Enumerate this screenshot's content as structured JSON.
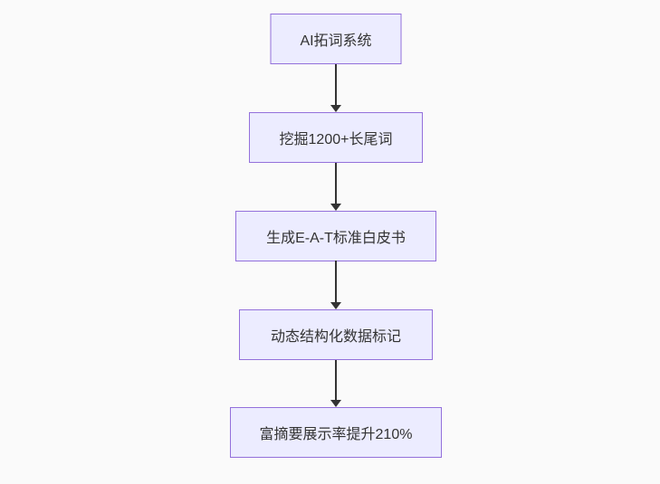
{
  "diagram": {
    "type": "flowchart-top-down",
    "nodes": [
      {
        "id": "node-1",
        "label": "AI拓词系统"
      },
      {
        "id": "node-2",
        "label": "挖掘1200+长尾词"
      },
      {
        "id": "node-3",
        "label": "生成E-A-T标准白皮书"
      },
      {
        "id": "node-4",
        "label": "动态结构化数据标记"
      },
      {
        "id": "node-5",
        "label": "富摘要展示率提升210%"
      }
    ],
    "edges": [
      {
        "from": "node-1",
        "to": "node-2"
      },
      {
        "from": "node-2",
        "to": "node-3"
      },
      {
        "from": "node-3",
        "to": "node-4"
      },
      {
        "from": "node-4",
        "to": "node-5"
      }
    ],
    "colors": {
      "node_fill": "#ECECFF",
      "node_border": "#9370DB",
      "arrow": "#333333",
      "text": "#333333",
      "background": "#fafafa"
    }
  }
}
